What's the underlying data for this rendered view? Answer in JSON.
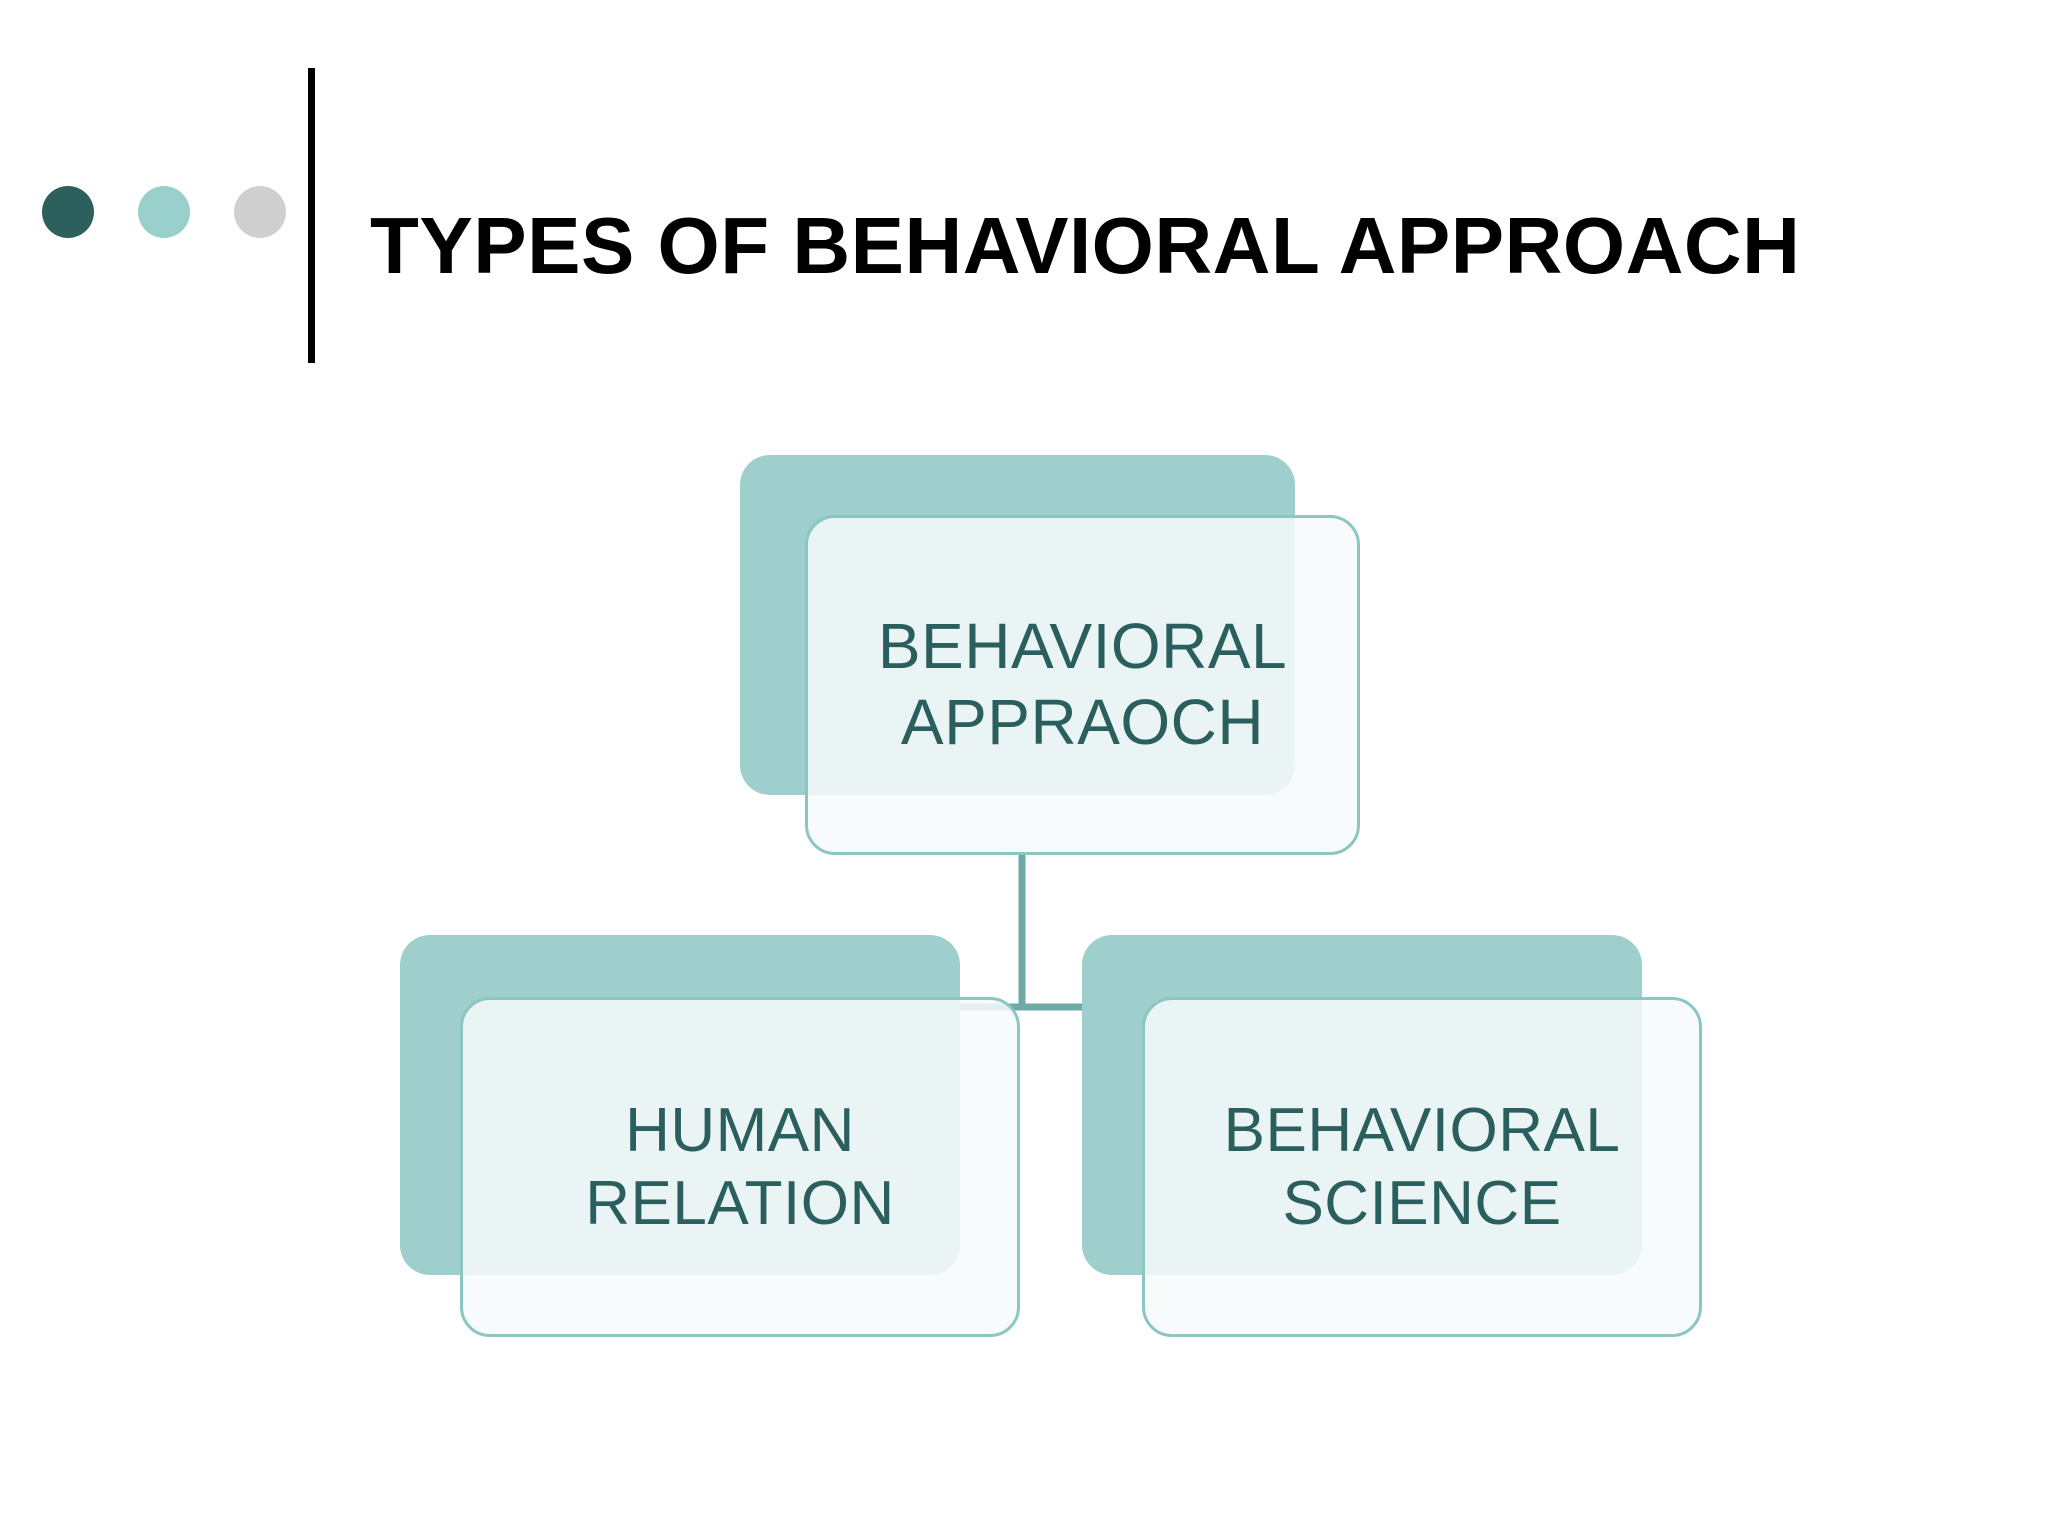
{
  "header": {
    "title": "TYPES OF BEHAVIORAL APPROACH",
    "dots": [
      {
        "name": "dot-dark-teal",
        "color": "#2d5f5d"
      },
      {
        "name": "dot-light-teal",
        "color": "#9ad0cc"
      },
      {
        "name": "dot-gray",
        "color": "#cfcfd0"
      }
    ]
  },
  "chart_data": {
    "type": "diagram",
    "title": "TYPES OF BEHAVIORAL APPROACH",
    "layout": "hierarchy-tree",
    "nodes": [
      {
        "id": "root",
        "label": "BEHAVIORAL APPRAOCH",
        "level": 0
      },
      {
        "id": "left",
        "label": "HUMAN RELATION",
        "level": 1
      },
      {
        "id": "right",
        "label": "BEHAVIORAL SCIENCE",
        "level": 1
      }
    ],
    "edges": [
      {
        "from": "root",
        "to": "left"
      },
      {
        "from": "root",
        "to": "right"
      }
    ]
  },
  "diagram": {
    "root": {
      "label": "BEHAVIORAL APPRAOCH"
    },
    "left": {
      "label": "HUMAN RELATION"
    },
    "right": {
      "label": "BEHAVIORAL SCIENCE"
    }
  },
  "colors": {
    "accent_dark": "#2d5f5d",
    "accent_mid": "#9ad0cc",
    "accent_light": "#cfcfd0",
    "card_shadow": "#9ecfcc",
    "card_border": "#8cc6c2",
    "card_face": "#f7fafb",
    "text_teal": "#2a5f5e",
    "title_black": "#000000",
    "background": "#ffffff"
  }
}
